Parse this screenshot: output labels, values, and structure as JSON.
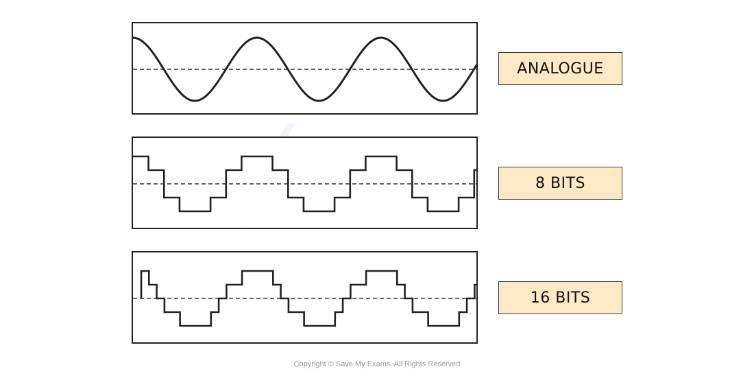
{
  "panels": [
    {
      "label": "ANALOGUE",
      "kind": "analogue",
      "steps": 0
    },
    {
      "label": "8 BITS",
      "kind": "quantized",
      "steps": 8
    },
    {
      "label": "16 BITS",
      "kind": "quantized",
      "steps": 16
    }
  ],
  "watermark": {
    "line1": "SaveMy",
    "line2": "Exams"
  },
  "copyright": "Copyright © Save My Exams. All Rights Reserved",
  "colors": {
    "label_fill": "#fde9c5",
    "stroke": "#222222",
    "baseline": "#333333"
  }
}
